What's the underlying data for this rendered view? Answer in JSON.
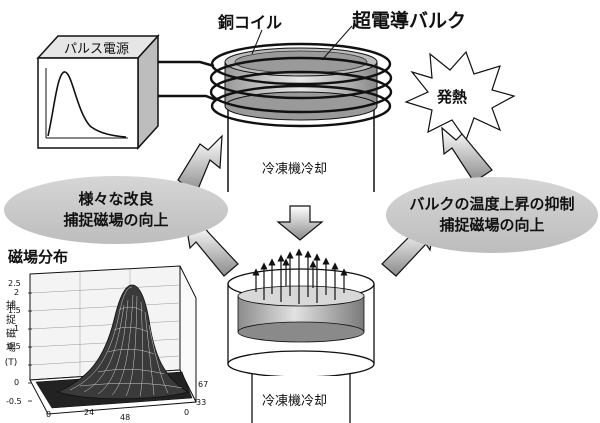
{
  "labels": {
    "pulse_source": "パルス電源",
    "copper_coil": "銅コイル",
    "bulk_title": "超電導バルク",
    "heat": "発熱",
    "cooling_top": "冷凍機冷却",
    "cooling_bottom": "冷凍機冷却",
    "field_dist": "磁場分布"
  },
  "left_ellipse": {
    "line1": "様々な改良",
    "line2": "捕捉磁場の向上"
  },
  "right_ellipse": {
    "line1": "バルクの温度上昇の抑制",
    "line2": "捕捉磁場の向上"
  },
  "plot": {
    "ylabel_chars": [
      "捕",
      "捉",
      "磁",
      "場",
      "(T)"
    ],
    "z_ticks": [
      "2.5",
      "2",
      "1.5",
      "1",
      "0.5",
      "0",
      "-0.5"
    ],
    "x_ticks": [
      "0",
      "24",
      "48"
    ],
    "y_ticks": [
      "0",
      "33",
      "67"
    ]
  }
}
